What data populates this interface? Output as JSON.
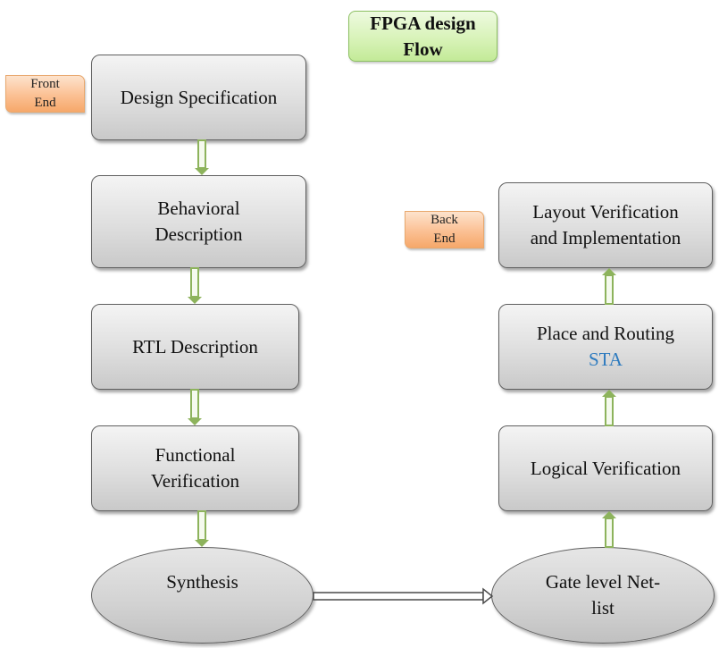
{
  "title": {
    "line1": "FPGA design",
    "line2": "Flow"
  },
  "front_end_tag": {
    "line1": "Front",
    "line2": "End"
  },
  "back_end_tag": {
    "line1": "Back",
    "line2": "End"
  },
  "front_end_steps": {
    "design_specification": "Design Specification",
    "behavioral_description": {
      "line1": "Behavioral",
      "line2": "Description"
    },
    "rtl_description": "RTL Description",
    "functional_verification": {
      "line1": "Functional",
      "line2": "Verification"
    },
    "synthesis": "Synthesis"
  },
  "back_end_steps": {
    "gate_level_netlist": {
      "line1": "Gate level Net-",
      "line2": "list"
    },
    "logical_verification": "Logical Verification",
    "place_and_routing": {
      "line1": "Place and Routing",
      "line2": "STA"
    },
    "layout_verification": {
      "line1": "Layout Verification",
      "line2": "and Implementation"
    }
  },
  "colors": {
    "box_border": "#5f5f5f",
    "box_fill": "#dedede",
    "tag_fill": "#fbc093",
    "title_fill": "#d6f2b5",
    "arrow_green": "#8db35c",
    "sta_text": "#2e7bbf"
  }
}
